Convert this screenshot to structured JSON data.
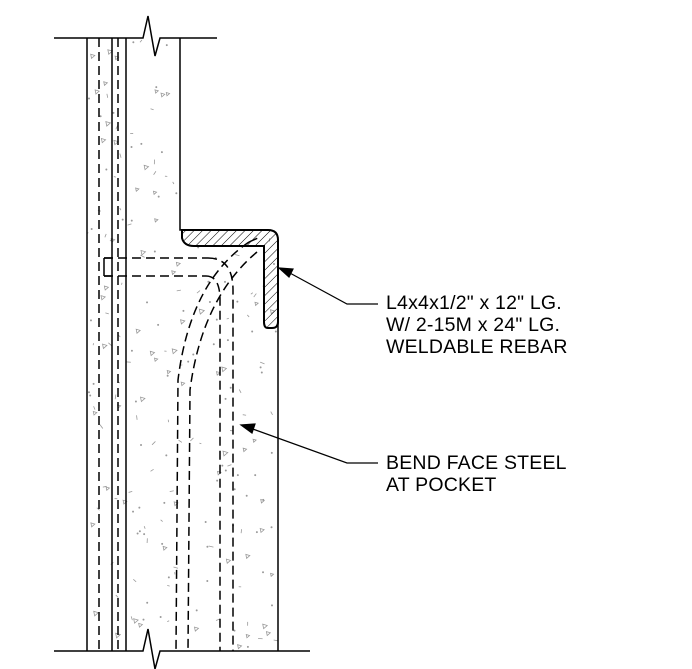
{
  "callouts": [
    {
      "lines": [
        "L4x4x1/2\" x 12\" LG.",
        "W/ 2-15M x 24\" LG.",
        "WELDABLE REBAR"
      ]
    },
    {
      "lines": [
        "BEND FACE STEEL",
        "AT POCKET"
      ]
    }
  ],
  "colors": {
    "line": "#000000",
    "concrete_speckle": "#9a9a9a",
    "background": "#ffffff"
  }
}
